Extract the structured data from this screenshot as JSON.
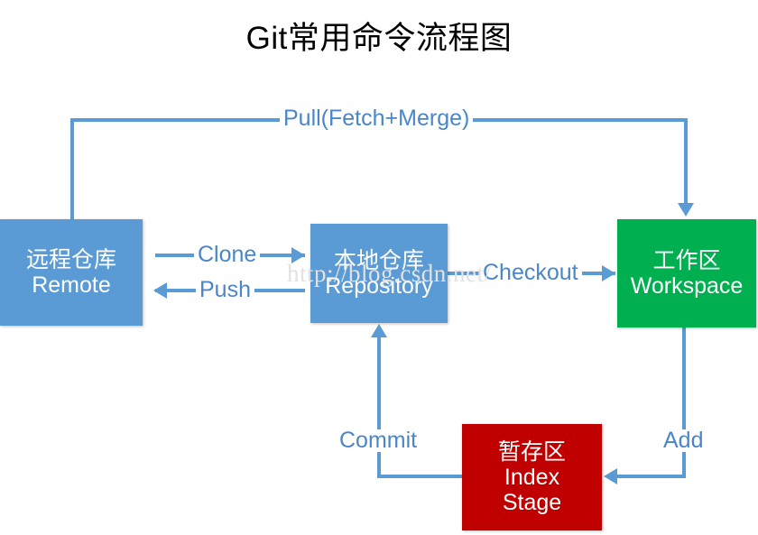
{
  "diagram": {
    "title": "Git常用命令流程图",
    "watermark": "http://blog.csdn.net/",
    "colors": {
      "blue": "#5B9BD5",
      "green": "#00AF50",
      "red": "#C00000",
      "label_blue": "#4A86C8",
      "background": "#FFFFFF",
      "title_text": "#000000",
      "node_text": "#FFFFFF",
      "watermark_text": "#E2E2E2"
    },
    "nodes": [
      {
        "id": "remote",
        "cn": "远程仓库",
        "en": "Remote",
        "en2": "",
        "color": "#5B9BD5"
      },
      {
        "id": "repository",
        "cn": "本地仓库",
        "en": "Repository",
        "en2": "",
        "color": "#5B9BD5"
      },
      {
        "id": "workspace",
        "cn": "工作区",
        "en": "Workspace",
        "en2": "",
        "color": "#00AF50"
      },
      {
        "id": "index",
        "cn": "暂存区",
        "en": "Index",
        "en2": "Stage",
        "color": "#C00000"
      }
    ],
    "edges": [
      {
        "id": "pull",
        "label": "Pull(Fetch+Merge)",
        "from": "remote",
        "to": "workspace",
        "direction": "down"
      },
      {
        "id": "clone",
        "label": "Clone",
        "from": "remote",
        "to": "repository",
        "direction": "right"
      },
      {
        "id": "push",
        "label": "Push",
        "from": "repository",
        "to": "remote",
        "direction": "left"
      },
      {
        "id": "checkout",
        "label": "Checkout",
        "from": "repository",
        "to": "workspace",
        "direction": "right"
      },
      {
        "id": "add",
        "label": "Add",
        "from": "workspace",
        "to": "index",
        "direction": "left"
      },
      {
        "id": "commit",
        "label": "Commit",
        "from": "index",
        "to": "repository",
        "direction": "up"
      }
    ]
  }
}
